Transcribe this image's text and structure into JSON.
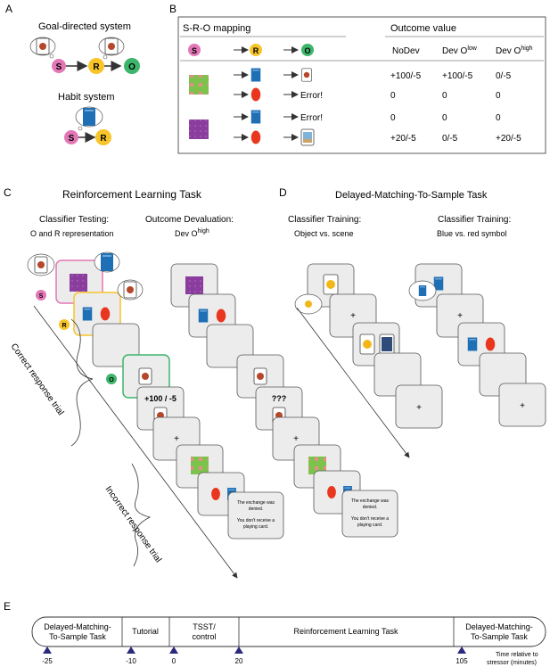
{
  "panelA": {
    "label": "A",
    "goal_title": "Goal-directed system",
    "habit_title": "Habit system",
    "S": "S",
    "R": "R",
    "O": "O"
  },
  "panelB": {
    "label": "B",
    "sro_header": "S-R-O mapping",
    "outcome_header": "Outcome value",
    "S": "S",
    "R": "R",
    "O": "O",
    "col_nodev": "NoDev",
    "col_devlow_base": "Dev O",
    "col_devlow_sup": "low",
    "col_devhigh_base": "Dev O",
    "col_devhigh_sup": "high",
    "error1": "Error!",
    "error2": "Error!",
    "rows": [
      [
        "+100/-5",
        "+100/-5",
        "0/-5"
      ],
      [
        "0",
        "0",
        "0"
      ],
      [
        "0",
        "0",
        "0"
      ],
      [
        "+20/-5",
        "0/-5",
        "+20/-5"
      ]
    ]
  },
  "panelC": {
    "label": "C",
    "title": "Reinforcement Learning Task",
    "classifier_testing": "Classifier Testing:",
    "classifier_testing_sub": "O and R representation",
    "outcome_devaluation": "Outcome Devaluation:",
    "devaluation_base": "Dev O",
    "devaluation_sup": "high",
    "feedback_value": "+100 / -5",
    "feedback_unknown": "???",
    "correct_trial": "Correct response   trial",
    "incorrect_trial": "Incorrect response   trial",
    "denied_line1": "The exchange was",
    "denied_line2": "denied.",
    "denied_line3": "You don't receive a",
    "denied_line4": "playing card.",
    "S": "S",
    "R": "R",
    "O": "O"
  },
  "panelD": {
    "label": "D",
    "title": "Delayed-Matching-To-Sample Task",
    "training1": "Classifier Training:",
    "training1_sub": "Object vs. scene",
    "training2": "Classifier Training:",
    "training2_sub": "Blue vs. red symbol",
    "denied_line1": "The exchange was",
    "denied_line2": "denied.",
    "denied_line3": "You don't receive a",
    "denied_line4": "playing card.",
    "fixation": "+"
  },
  "panelE": {
    "label": "E",
    "segments": [
      {
        "line1": "Delayed-Matching-",
        "line2": "To-Sample Task"
      },
      {
        "line1": "Tutorial",
        "line2": ""
      },
      {
        "line1": "TSST/",
        "line2": "control"
      },
      {
        "line1": "Reinforcement Learning Task",
        "line2": ""
      },
      {
        "line1": "Delayed-Matching-",
        "line2": "To-Sample Task"
      }
    ],
    "ticks": [
      "-25",
      "-10",
      "0",
      "20",
      "105"
    ],
    "axis_label_line1": "Time relative to",
    "axis_label_line2": "stressor (minutes)"
  },
  "colors": {
    "S": "#e377b6",
    "R": "#f7c42a",
    "O": "#3db56b",
    "blue_symbol": "#1f6fb5",
    "red_symbol": "#e8371e",
    "purple_stim": "#8a3d9c",
    "green_stim": "#7cc24c",
    "timeline_marker": "#2b2a7a"
  }
}
